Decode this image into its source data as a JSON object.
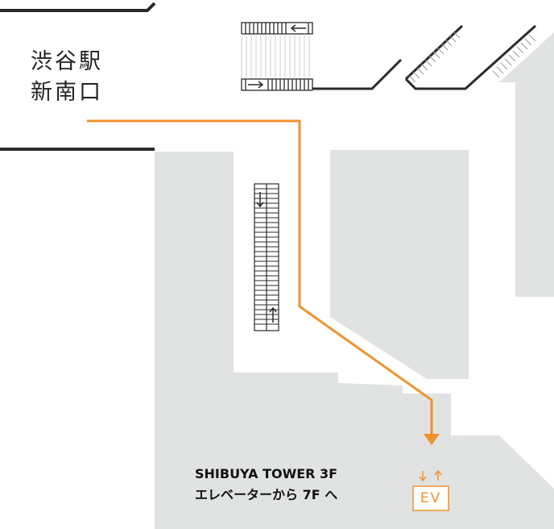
{
  "station": {
    "line1": "渋谷駅",
    "line2": "新南口"
  },
  "destination": {
    "line1": "SHIBUYA TOWER 3F",
    "line2": "エレベーターから 7F へ"
  },
  "elevator": {
    "label": "EV",
    "icon": "elevator-up-down-icon"
  },
  "colors": {
    "route": "#f0932c",
    "building": "#e1e2e2",
    "wall": "#2a2a2a"
  }
}
